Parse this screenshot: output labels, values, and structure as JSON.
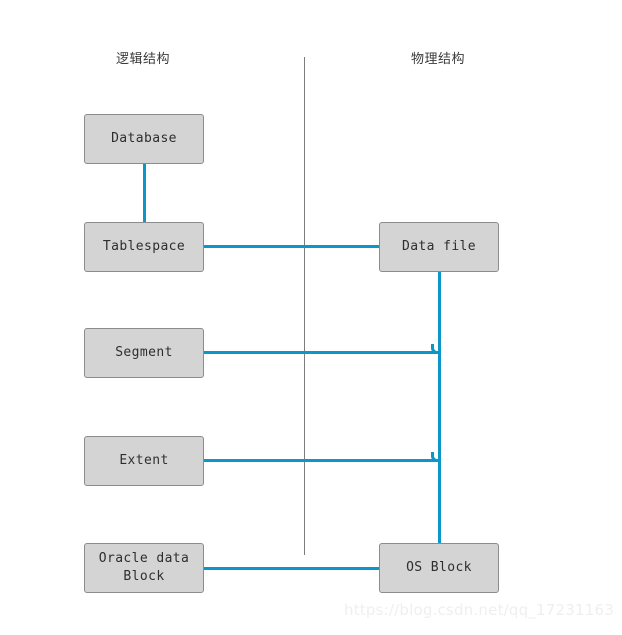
{
  "diagram": {
    "headings": {
      "logical": "逻辑结构",
      "physical": "物理结构"
    },
    "nodes": {
      "database": "Database",
      "tablespace": "Tablespace",
      "segment": "Segment",
      "extent": "Extent",
      "oracle_data_block": "Oracle data\nBlock",
      "data_file": "Data file",
      "os_block": "OS Block"
    },
    "colors": {
      "node_fill": "#d4d4d4",
      "node_border": "#8c8c8c",
      "connector": "#0d96c8",
      "divider": "#7d7d7d",
      "text": "#2e2e2e",
      "watermark": "#efefef",
      "background": "#ffffff"
    },
    "connections": [
      {
        "from": "database",
        "to": "tablespace",
        "orientation": "vertical"
      },
      {
        "from": "tablespace",
        "to": "data_file",
        "orientation": "horizontal"
      },
      {
        "from": "data_file",
        "to": "segment",
        "orientation": "elbow"
      },
      {
        "from": "data_file",
        "to": "extent",
        "orientation": "elbow"
      },
      {
        "from": "data_file",
        "to": "os_block",
        "orientation": "vertical"
      },
      {
        "from": "oracle_data_block",
        "to": "os_block",
        "orientation": "horizontal"
      }
    ]
  },
  "watermark": {
    "url": "https://blog.csdn.net/qq_17231163"
  }
}
